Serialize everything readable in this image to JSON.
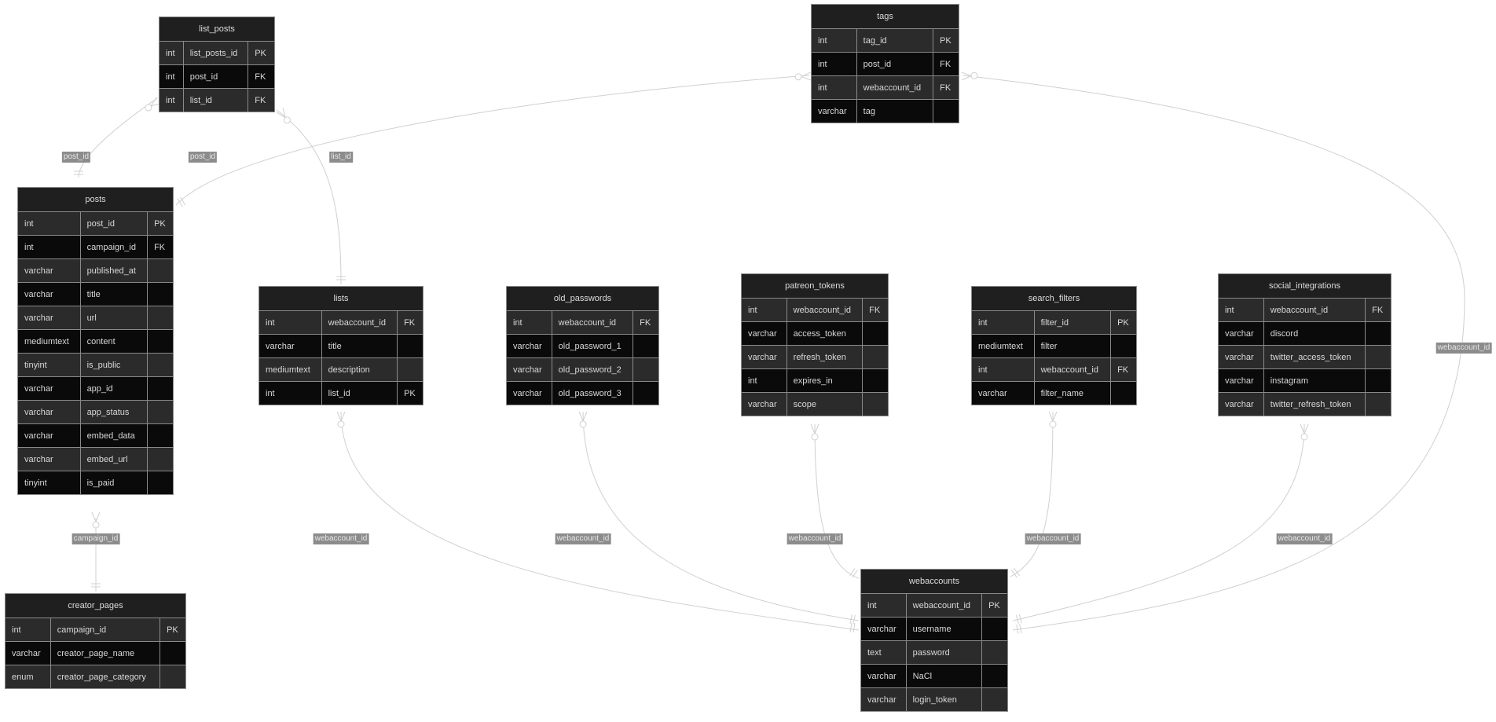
{
  "entities": [
    {
      "name": "list_posts",
      "fields": [
        [
          "int",
          "list_posts_id",
          "PK"
        ],
        [
          "int",
          "post_id",
          "FK"
        ],
        [
          "int",
          "list_id",
          "FK"
        ]
      ]
    },
    {
      "name": "tags",
      "fields": [
        [
          "int",
          "tag_id",
          "PK"
        ],
        [
          "int",
          "post_id",
          "FK"
        ],
        [
          "int",
          "webaccount_id",
          "FK"
        ],
        [
          "varchar",
          "tag",
          ""
        ]
      ]
    },
    {
      "name": "posts",
      "fields": [
        [
          "int",
          "post_id",
          "PK"
        ],
        [
          "int",
          "campaign_id",
          "FK"
        ],
        [
          "varchar",
          "published_at",
          ""
        ],
        [
          "varchar",
          "title",
          ""
        ],
        [
          "varchar",
          "url",
          ""
        ],
        [
          "mediumtext",
          "content",
          ""
        ],
        [
          "tinyint",
          "is_public",
          ""
        ],
        [
          "varchar",
          "app_id",
          ""
        ],
        [
          "varchar",
          "app_status",
          ""
        ],
        [
          "varchar",
          "embed_data",
          ""
        ],
        [
          "varchar",
          "embed_url",
          ""
        ],
        [
          "tinyint",
          "is_paid",
          ""
        ]
      ]
    },
    {
      "name": "lists",
      "fields": [
        [
          "int",
          "webaccount_id",
          "FK"
        ],
        [
          "varchar",
          "title",
          ""
        ],
        [
          "mediumtext",
          "description",
          ""
        ],
        [
          "int",
          "list_id",
          "PK"
        ]
      ]
    },
    {
      "name": "old_passwords",
      "fields": [
        [
          "int",
          "webaccount_id",
          "FK"
        ],
        [
          "varchar",
          "old_password_1",
          ""
        ],
        [
          "varchar",
          "old_password_2",
          ""
        ],
        [
          "varchar",
          "old_password_3",
          ""
        ]
      ]
    },
    {
      "name": "patreon_tokens",
      "fields": [
        [
          "int",
          "webaccount_id",
          "FK"
        ],
        [
          "varchar",
          "access_token",
          ""
        ],
        [
          "varchar",
          "refresh_token",
          ""
        ],
        [
          "int",
          "expires_in",
          ""
        ],
        [
          "varchar",
          "scope",
          ""
        ]
      ]
    },
    {
      "name": "search_filters",
      "fields": [
        [
          "int",
          "filter_id",
          "PK"
        ],
        [
          "mediumtext",
          "filter",
          ""
        ],
        [
          "int",
          "webaccount_id",
          "FK"
        ],
        [
          "varchar",
          "filter_name",
          ""
        ]
      ]
    },
    {
      "name": "social_integrations",
      "fields": [
        [
          "int",
          "webaccount_id",
          "FK"
        ],
        [
          "varchar",
          "discord",
          ""
        ],
        [
          "varchar",
          "twitter_access_token",
          ""
        ],
        [
          "varchar",
          "instagram",
          ""
        ],
        [
          "varchar",
          "twitter_refresh_token",
          ""
        ]
      ]
    },
    {
      "name": "creator_pages",
      "fields": [
        [
          "int",
          "campaign_id",
          "PK"
        ],
        [
          "varchar",
          "creator_page_name",
          ""
        ],
        [
          "enum",
          "creator_page_category",
          ""
        ]
      ]
    },
    {
      "name": "webaccounts",
      "fields": [
        [
          "int",
          "webaccount_id",
          "PK"
        ],
        [
          "varchar",
          "username",
          ""
        ],
        [
          "text",
          "password",
          ""
        ],
        [
          "varchar",
          "NaCl",
          ""
        ],
        [
          "varchar",
          "login_token",
          ""
        ]
      ]
    }
  ],
  "relationships": [
    {
      "from": "posts",
      "to": "list_posts",
      "label": "post_id"
    },
    {
      "from": "posts",
      "to": "tags",
      "label": "post_id"
    },
    {
      "from": "lists",
      "to": "list_posts",
      "label": "list_id"
    },
    {
      "from": "creator_pages",
      "to": "posts",
      "label": "campaign_id"
    },
    {
      "from": "webaccounts",
      "to": "lists",
      "label": "webaccount_id"
    },
    {
      "from": "webaccounts",
      "to": "old_passwords",
      "label": "webaccount_id"
    },
    {
      "from": "webaccounts",
      "to": "patreon_tokens",
      "label": "webaccount_id"
    },
    {
      "from": "webaccounts",
      "to": "search_filters",
      "label": "webaccount_id"
    },
    {
      "from": "webaccounts",
      "to": "social_integrations",
      "label": "webaccount_id"
    },
    {
      "from": "webaccounts",
      "to": "tags",
      "label": "webaccount_id"
    }
  ]
}
